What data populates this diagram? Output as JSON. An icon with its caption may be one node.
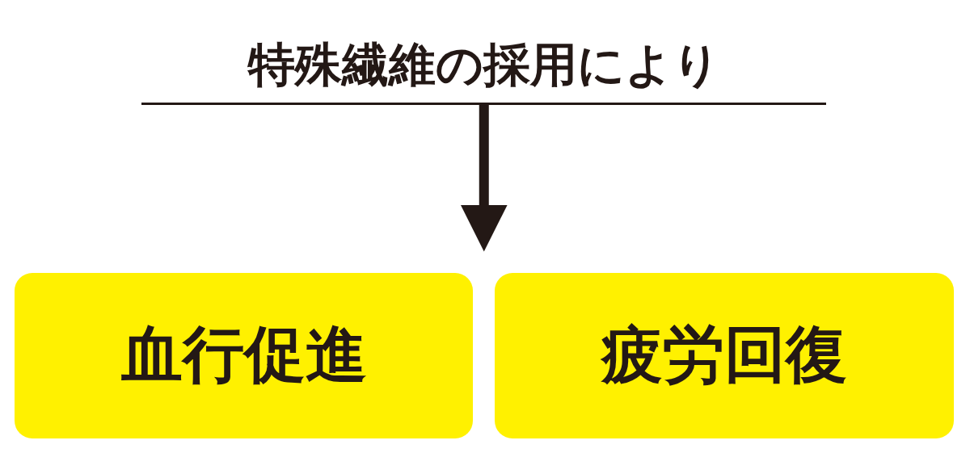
{
  "diagram": {
    "nodes": [
      {
        "text": [
          "特殊繊維の採用により"
        ]
      },
      {
        "text": [
          "血行促進"
        ]
      },
      {
        "text": [
          "疲労回復"
        ]
      }
    ],
    "edges": [
      {
        "from": 0,
        "to": 1,
        "arrow": "to"
      },
      {
        "from": 0,
        "to": 2,
        "arrow": "to"
      }
    ]
  }
}
